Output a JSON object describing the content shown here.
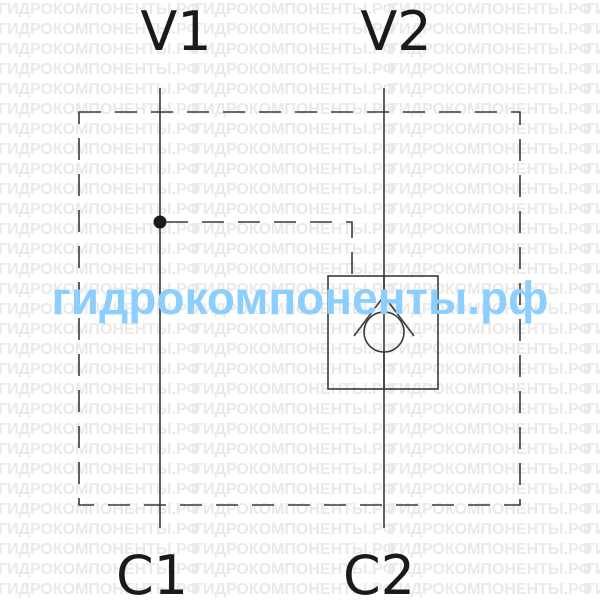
{
  "ports": {
    "v1": "V1",
    "v2": "V2",
    "c1": "C1",
    "c2": "C2"
  },
  "watermark": {
    "text": "ГИДРОКОМПОНЕНТЫ.РФ",
    "main_text": "гидрокомпоненты.рф"
  },
  "colors": {
    "line": "#3a3a3a",
    "watermark_tile": "#e9e9e9",
    "watermark_main": "#8ccfff"
  }
}
